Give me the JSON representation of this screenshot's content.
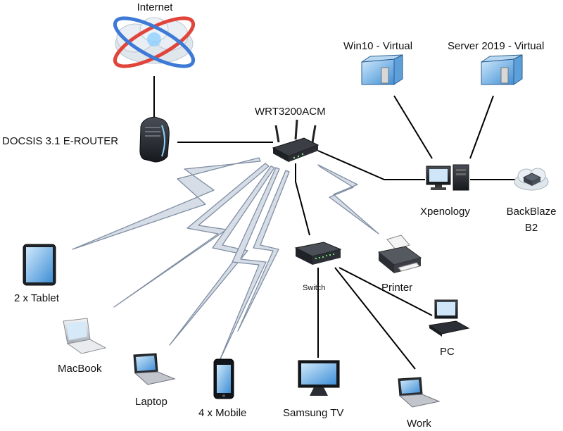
{
  "labels": {
    "internet": "Internet",
    "modem": "DOCSIS 3.1 E-ROUTER",
    "router": "WRT3200ACM",
    "win10": "Win10 - Virtual",
    "server2019": "Server 2019 - Virtual",
    "xpenology": "Xpenology",
    "backblaze_line1": "BackBlaze",
    "backblaze_line2": "B2",
    "tablet": "2 x Tablet",
    "macbook": "MacBook",
    "laptop": "Laptop",
    "mobile": "4 x Mobile",
    "switch": "Switch",
    "samsung_tv": "Samsung TV",
    "printer": "Printer",
    "pc": "PC",
    "work": "Work"
  },
  "colors": {
    "wired_link": "#000000",
    "wireless_link_fill": "#d6dde6",
    "wireless_link_stroke": "#7f8ea3",
    "cloud": "#dfe6ec",
    "label_text": "#111111"
  },
  "connections": {
    "wired": [
      [
        "internet",
        "modem"
      ],
      [
        "modem",
        "router"
      ],
      [
        "router",
        "xpenology"
      ],
      [
        "router",
        "switch"
      ],
      [
        "win10",
        "xpenology"
      ],
      [
        "server2019",
        "xpenology"
      ],
      [
        "xpenology",
        "backblaze"
      ],
      [
        "switch",
        "samsung_tv"
      ],
      [
        "switch",
        "pc"
      ],
      [
        "switch",
        "work"
      ]
    ],
    "wireless": [
      [
        "router",
        "tablet"
      ],
      [
        "router",
        "macbook"
      ],
      [
        "router",
        "laptop"
      ],
      [
        "router",
        "mobile"
      ],
      [
        "router",
        "printer"
      ]
    ]
  }
}
